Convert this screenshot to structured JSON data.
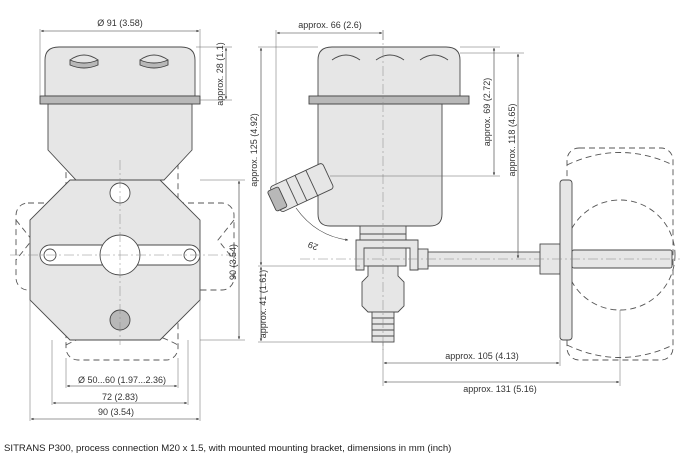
{
  "caption": "SITRANS P300, process connection M20 x 1.5, with mounted mounting bracket, dimensions in mm (inch)",
  "dimensions": {
    "width_91": "Ø 91 (3.58)",
    "height_28": "approx. 28 (1.1)",
    "bracket_90": "90 (3.54)",
    "pipe_dia": "Ø 50...60 (1.97...2.36)",
    "bracket_72": "72 (2.83)",
    "bracket_90_bottom": "90 (3.54)",
    "side_66": "approx. 66 (2.6)",
    "height_125": "approx. 125 (4.92)",
    "height_69": "approx. 69 (2.72)",
    "height_118": "approx. 118 (4.65)",
    "height_41": "approx. 41 (1.61)",
    "angle_29": "29",
    "width_105": "approx. 105 (4.13)",
    "width_131": "approx. 131 (5.16)"
  }
}
